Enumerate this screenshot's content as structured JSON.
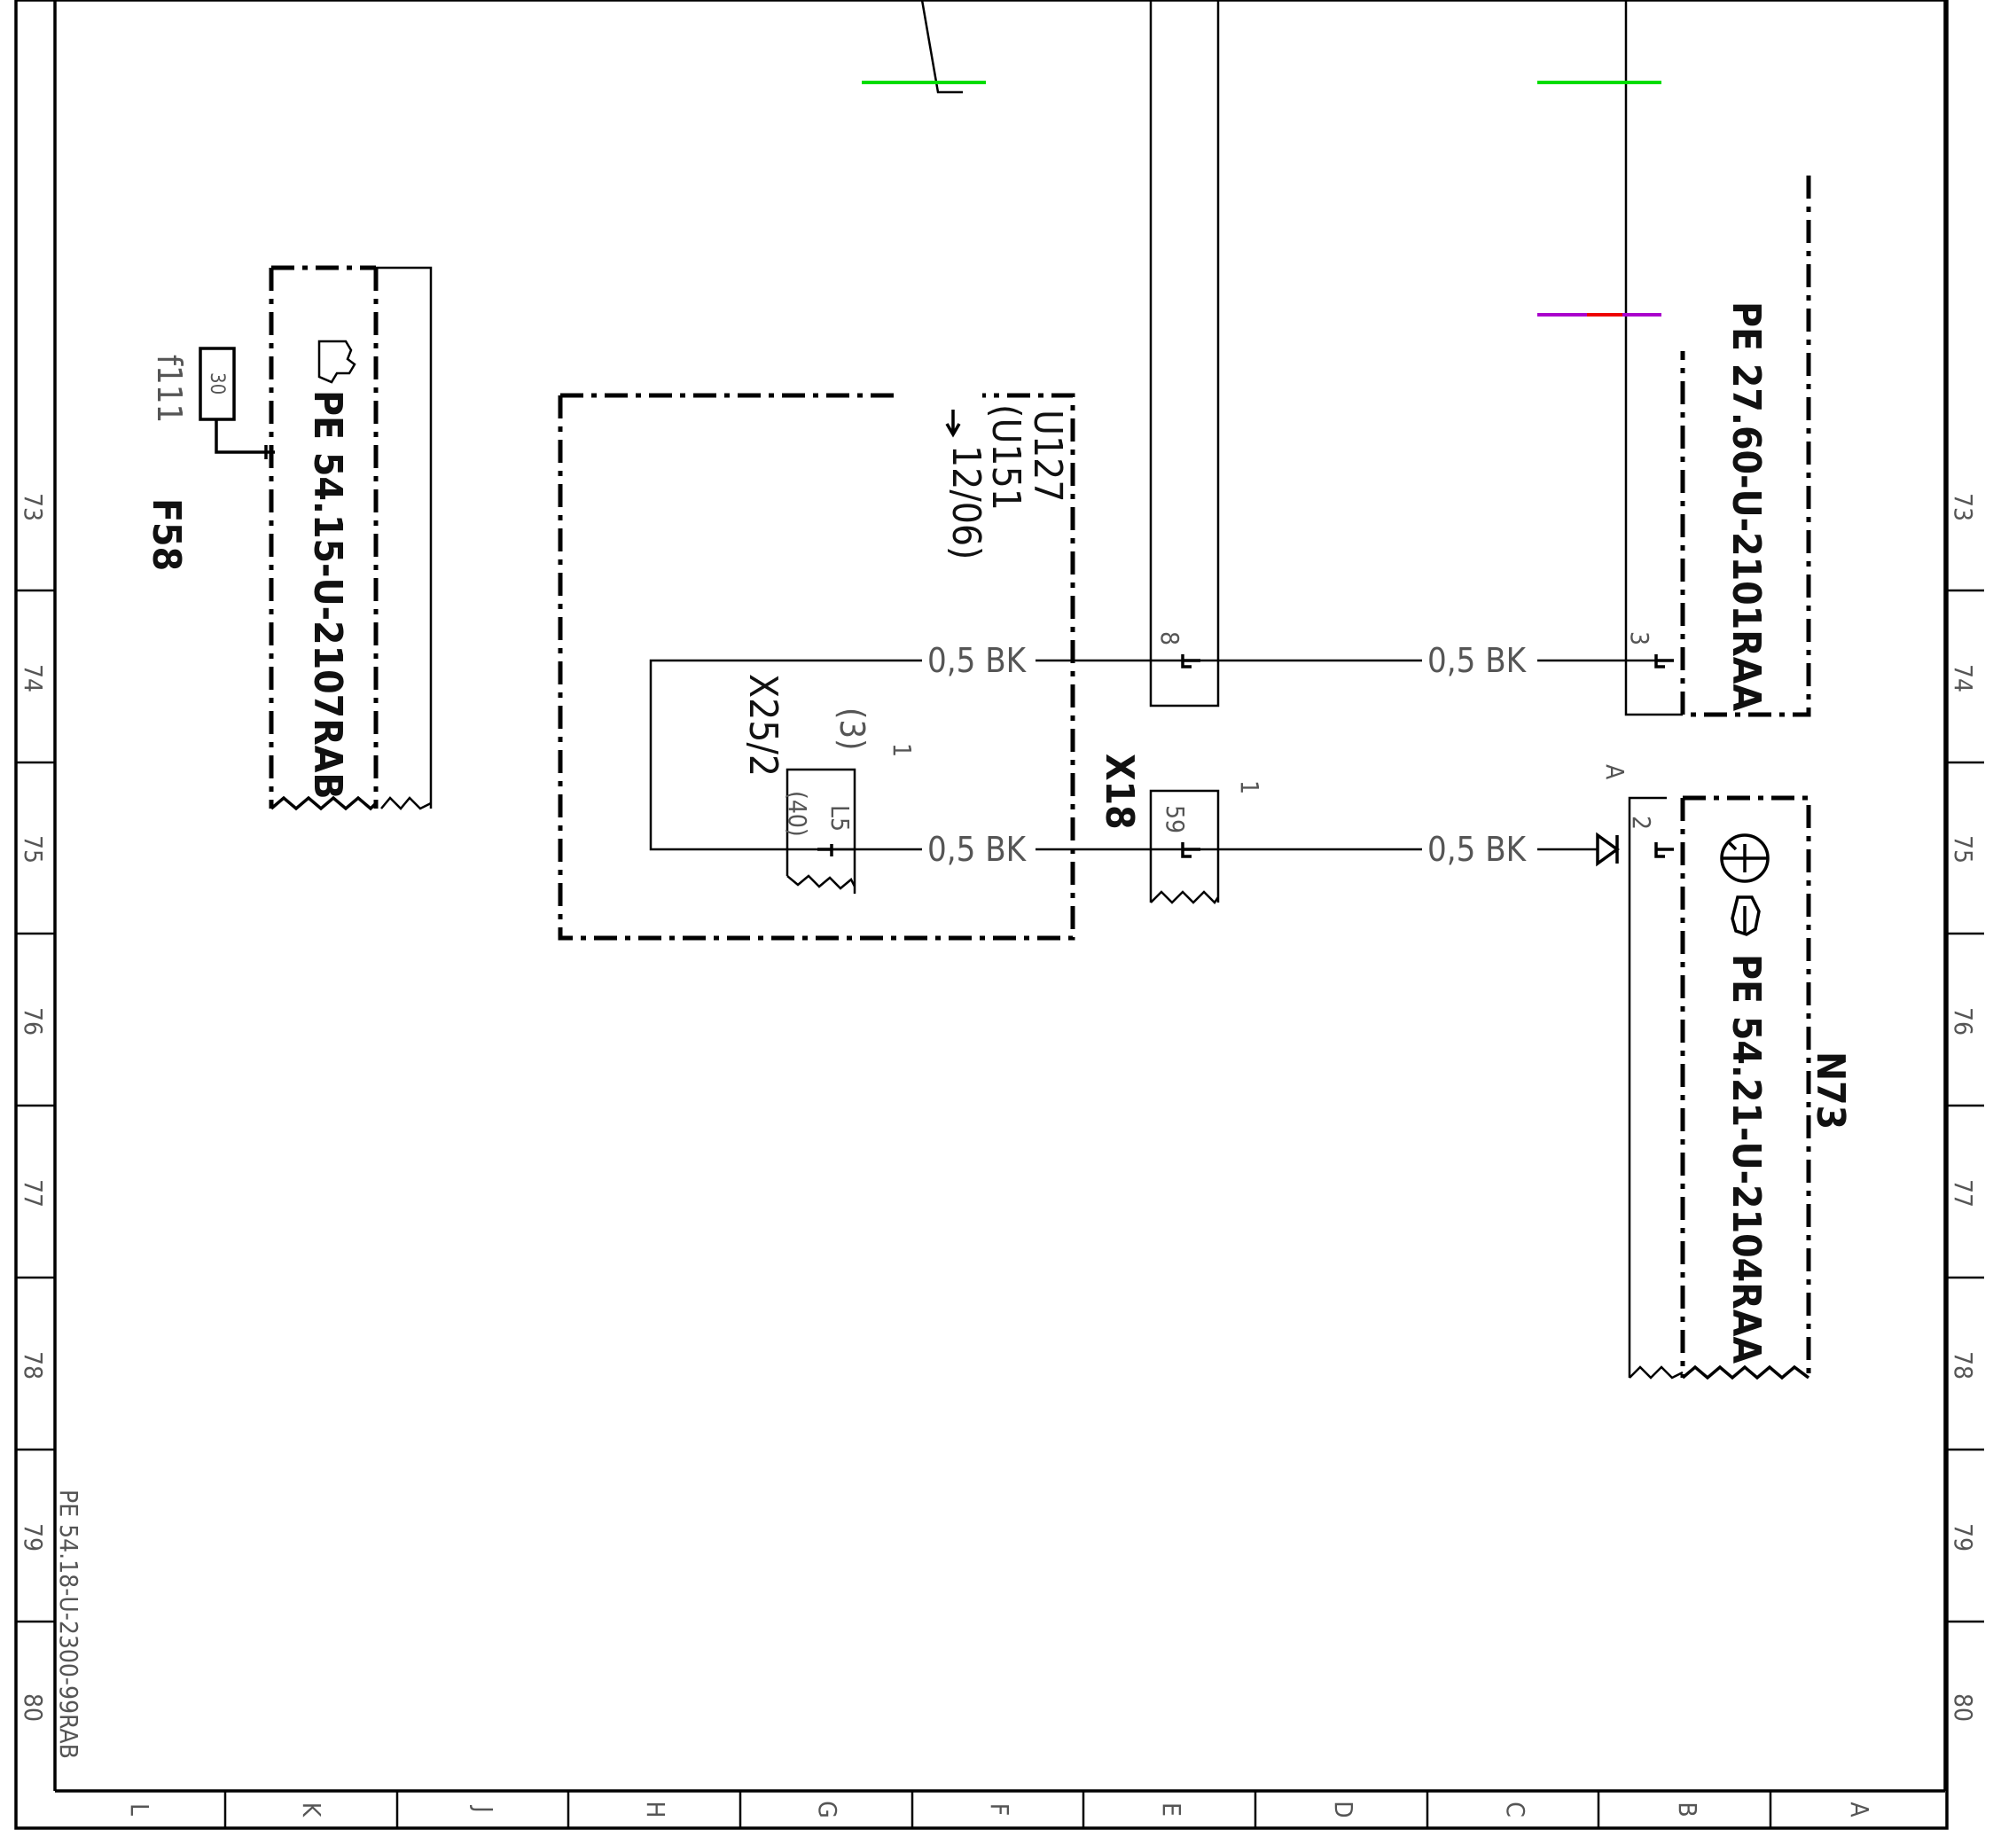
{
  "drawing_id": "PE 54.18-U-2300-99RAB",
  "columns": [
    "L",
    "K",
    "J",
    "H",
    "G",
    "F",
    "E",
    "D",
    "C",
    "B",
    "A"
  ],
  "rows": [
    "73",
    "74",
    "75",
    "76",
    "77",
    "78",
    "79",
    "80"
  ],
  "components": {
    "f58": {
      "ref": "F58",
      "fuse_label": "f111",
      "fuse_value": "30",
      "doc": "PE 54.15-U-2107RAB"
    },
    "u127": {
      "ref": "U127",
      "variant": "(U151",
      "date": "12/06)"
    },
    "x25_2": {
      "ref": "X25/2",
      "pin_alt": "(3)",
      "pin_label": "1",
      "tag": "L5",
      "tag_alt": "(40)"
    },
    "x18": {
      "ref": "X18",
      "pin_top": "8",
      "pin_bottom": "59",
      "pin_label": "1"
    },
    "upper_right": {
      "doc": "PE 27.60-U-2101RAA",
      "pin": "3"
    },
    "n73": {
      "ref": "N73",
      "doc": "PE 54.21-U-2104RAA",
      "pin": "2",
      "marker": "A"
    }
  },
  "wires": {
    "w1": "0,5 BK",
    "w2": "0,5 BK",
    "w3": "0,5 BK",
    "w4": "0,5 BK"
  },
  "colors": {
    "green": "#00dd00",
    "red": "#ee0000",
    "magenta": "#aa00cc"
  }
}
